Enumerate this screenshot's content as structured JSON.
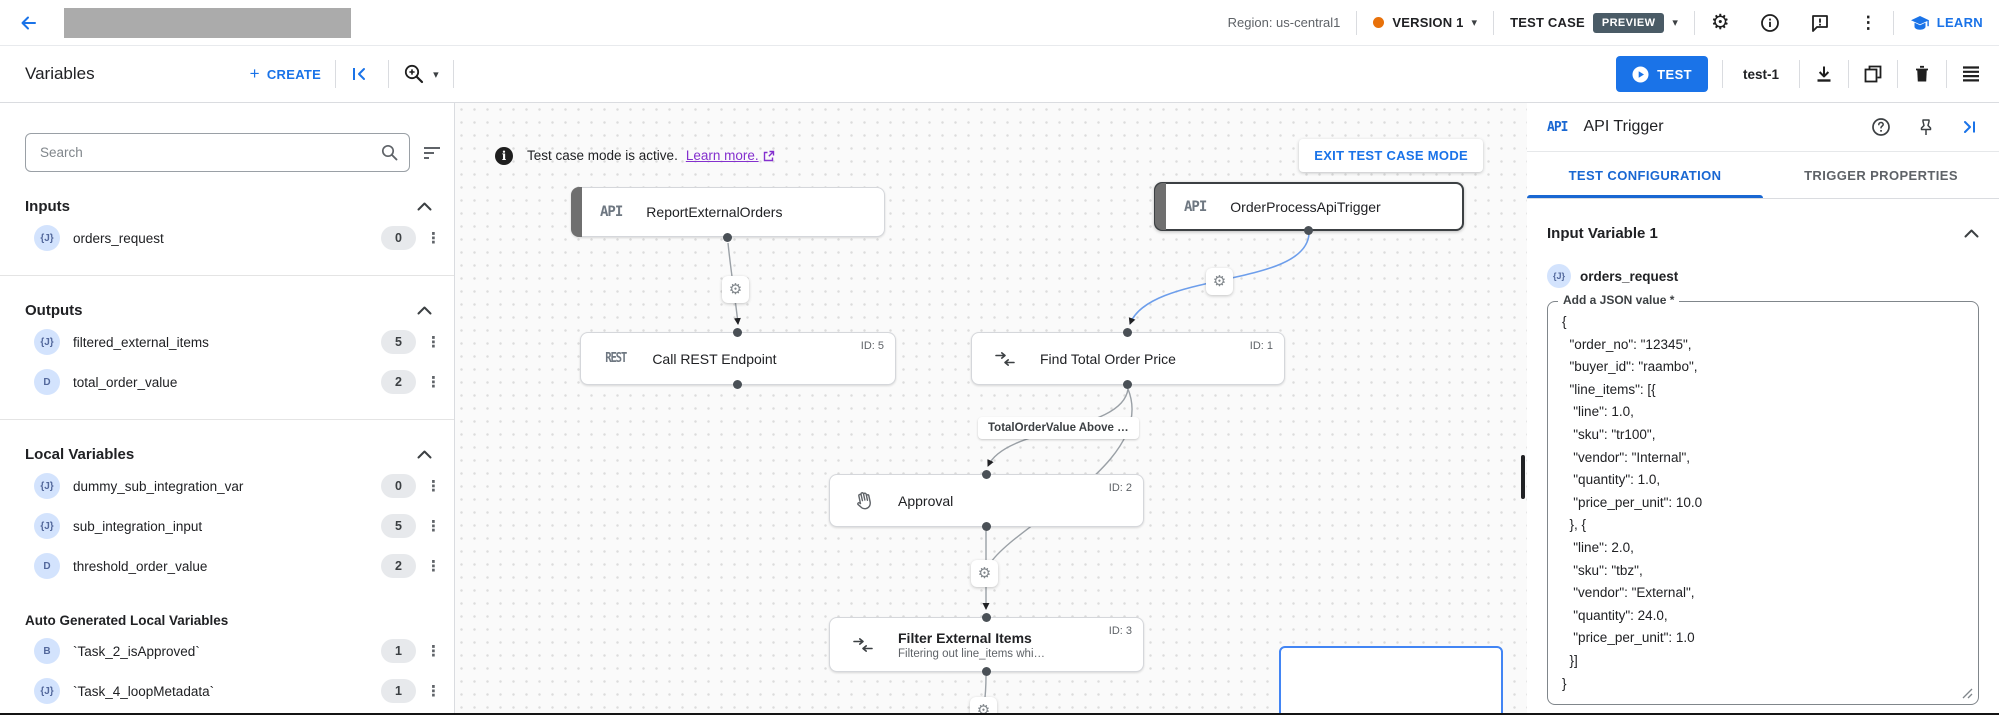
{
  "icons": {
    "gear": "⚙",
    "kebab": "⋮",
    "caret": "▾",
    "plus": "+",
    "info_i": "i"
  },
  "topbar": {
    "region": "Region: us-central1",
    "version_label": "VERSION 1",
    "test_case_label": "TEST CASE",
    "preview_badge": "PREVIEW",
    "learn_label": "LEARN"
  },
  "toolbar": {
    "title": "Variables",
    "create_label": "CREATE",
    "test_label": "TEST",
    "test_name": "test-1"
  },
  "sidebar": {
    "search_placeholder": "Search",
    "sections": [
      {
        "title": "Inputs",
        "items": [
          {
            "icon": "{J}",
            "name": "orders_request",
            "count": "0"
          }
        ]
      },
      {
        "title": "Outputs",
        "items": [
          {
            "icon": "{J}",
            "name": "filtered_external_items",
            "count": "5"
          },
          {
            "icon": "D",
            "name": "total_order_value",
            "count": "2"
          }
        ]
      },
      {
        "title": "Local Variables",
        "items": [
          {
            "icon": "{J}",
            "name": "dummy_sub_integration_var",
            "count": "0"
          },
          {
            "icon": "{J}",
            "name": "sub_integration_input",
            "count": "5"
          },
          {
            "icon": "D",
            "name": "threshold_order_value",
            "count": "2"
          }
        ]
      },
      {
        "title": "Auto Generated Local Variables",
        "items": [
          {
            "icon": "B",
            "name": "`Task_2_isApproved`",
            "count": "1"
          },
          {
            "icon": "{J}",
            "name": "`Task_4_loopMetadata`",
            "count": "1"
          }
        ]
      }
    ]
  },
  "canvas": {
    "banner": {
      "text": "Test case mode is active.",
      "link": "Learn more.",
      "exit_label": "EXIT TEST CASE MODE"
    },
    "edge_label": "TotalOrderValue Above …",
    "nodes": [
      {
        "glyph": "API",
        "title": "ReportExternalOrders"
      },
      {
        "glyph": "API",
        "title": "OrderProcessApiTrigger"
      },
      {
        "glyph": "REST",
        "title": "Call REST Endpoint",
        "id": "ID: 5"
      },
      {
        "title": "Find Total Order Price",
        "id": "ID: 1"
      },
      {
        "title": "Approval",
        "id": "ID: 2"
      },
      {
        "title": "Filter External Items",
        "subtitle": "Filtering out line_items whi…",
        "id": "ID: 3"
      }
    ]
  },
  "panel": {
    "glyph": "API",
    "title": "API Trigger",
    "tabs": [
      {
        "label": "TEST CONFIGURATION"
      },
      {
        "label": "TRIGGER PROPERTIES"
      }
    ],
    "section_title": "Input Variable 1",
    "var_icon": "{J}",
    "var_name": "orders_request",
    "field_label": "Add a JSON value *",
    "json_value": "{\n  \"order_no\": \"12345\",\n  \"buyer_id\": \"raambo\",\n  \"line_items\": [{\n   \"line\": 1.0,\n   \"sku\": \"tr100\",\n   \"vendor\": \"Internal\",\n   \"quantity\": 1.0,\n   \"price_per_unit\": 10.0\n  }, {\n   \"line\": 2.0,\n   \"sku\": \"tbz\",\n   \"vendor\": \"External\",\n   \"quantity\": 24.0,\n   \"price_per_unit\": 1.0\n  }]\n}"
  }
}
